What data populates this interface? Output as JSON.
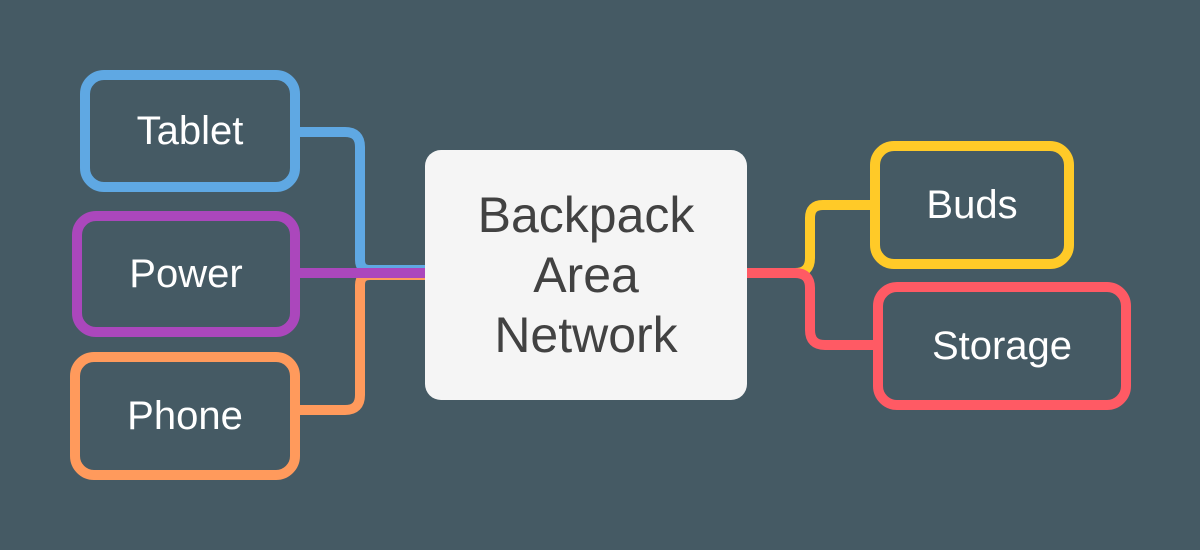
{
  "center": {
    "lines": [
      "Backpack",
      "Area",
      "Network"
    ]
  },
  "nodes": {
    "tablet": {
      "label": "Tablet",
      "color": "#5fa8e3"
    },
    "power": {
      "label": "Power",
      "color": "#ab47bc"
    },
    "phone": {
      "label": "Phone",
      "color": "#ff9a5c"
    },
    "buds": {
      "label": "Buds",
      "color": "#ffca28"
    },
    "storage": {
      "label": "Storage",
      "color": "#ff5a64"
    }
  }
}
